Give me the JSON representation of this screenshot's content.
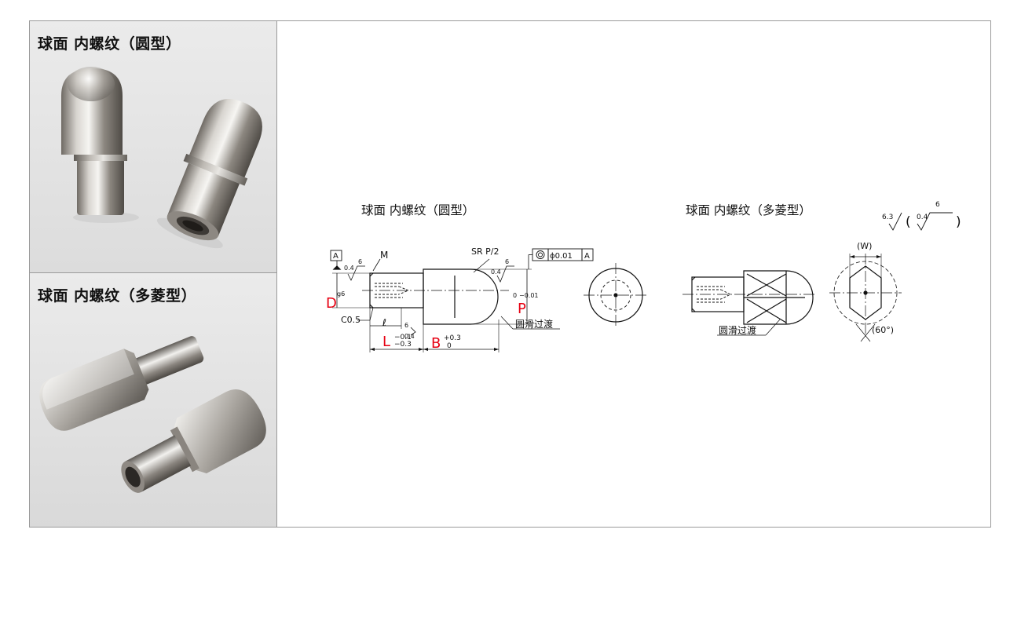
{
  "products": [
    {
      "title": "球面 内螺纹（圆型）",
      "image": "round-pin-photo"
    },
    {
      "title": "球面 内螺纹（多菱型）",
      "image": "hex-pin-photo"
    }
  ],
  "drawing": {
    "round_title": "球面 内螺纹（圆型）",
    "hex_title": "球面 内螺纹（多菱型）",
    "roughness_general": "6.3",
    "roughness_fine": "0.4",
    "roughness_fine_b": "6",
    "labels": {
      "datum": "A",
      "rough_d": "0.4",
      "rough_d_b": "6",
      "thread": "M",
      "sphere": "SR P/2",
      "rough_ball": "0.4",
      "rough_ball_b": "6",
      "tol_value": "ϕ0.01",
      "tol_datum": "A",
      "dim_d": "D",
      "dim_d_tol": "g6",
      "dim_p": "P",
      "dim_p_tol_upper": "0",
      "dim_p_tol_lower": "−0.01",
      "chamfer": "C0.5",
      "ell": "ℓ",
      "rough_shoulder_a": "6",
      "rough_shoulder_b": "0.4",
      "dim_l": "L",
      "dim_l_tol_upper": "−0.1",
      "dim_l_tol_lower": "−0.3",
      "dim_b": "B",
      "dim_b_tol_upper": "+0.3",
      "dim_b_tol_lower": "0",
      "smooth": "圆滑过渡",
      "w": "(W)",
      "angle": "(60°)",
      "smooth_hex": "圆滑过渡"
    },
    "colors": {
      "dimension_red": "#e60012"
    }
  }
}
